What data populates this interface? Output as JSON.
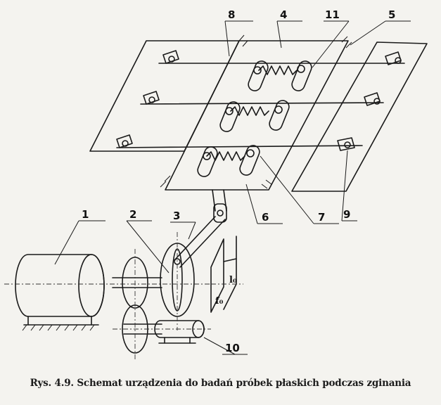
{
  "caption": "Rys. 4.9. Schemat urządzenia do badań próbek płaskich podczas zginania",
  "labels": [
    "1",
    "2",
    "3",
    "4",
    "5",
    "6",
    "7",
    "8",
    "9",
    "10",
    "11"
  ],
  "symbols": [
    "l₀",
    "f₀"
  ]
}
